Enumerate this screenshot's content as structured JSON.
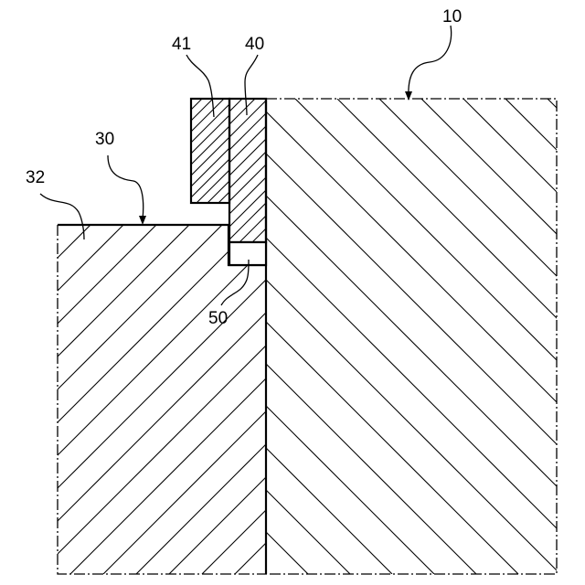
{
  "labels": {
    "label_10": "10",
    "label_30": "30",
    "label_32": "32",
    "label_40": "40",
    "label_41": "41",
    "label_50": "50"
  },
  "colors": {
    "stroke": "#000000",
    "background": "#ffffff"
  }
}
